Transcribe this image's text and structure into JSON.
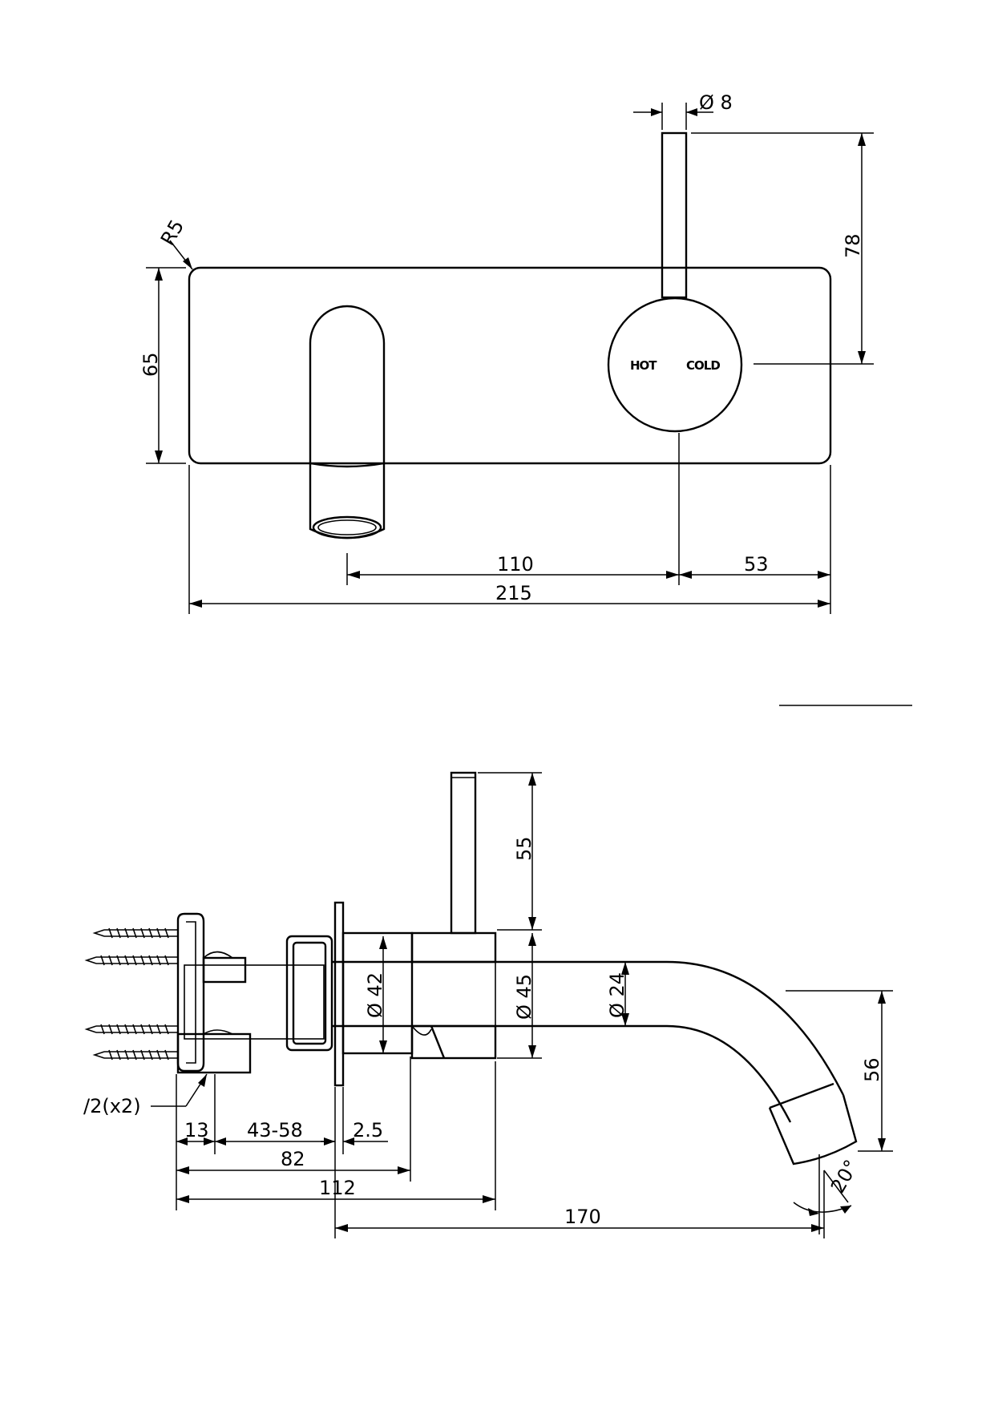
{
  "front_view": {
    "handle_diameter": "Ø 8",
    "corner_radius": "R5",
    "height_plate": "65",
    "height_handle": "78",
    "knob_hot": "HOT",
    "knob_cold": "COLD",
    "spout_to_handle": "110",
    "handle_to_edge": "53",
    "overall_width": "215"
  },
  "side_view": {
    "handle_height": "55",
    "body_diameter": "Ø 42",
    "flange_diameter": "Ø 45",
    "spout_diameter": "Ø 24",
    "spout_drop": "56",
    "connection": "/2(x2)",
    "dim_13": "13",
    "dim_43_58": "43-58",
    "dim_2_5": "2.5",
    "dim_82": "82",
    "dim_112": "112",
    "dim_170": "170",
    "angle": "20°"
  }
}
